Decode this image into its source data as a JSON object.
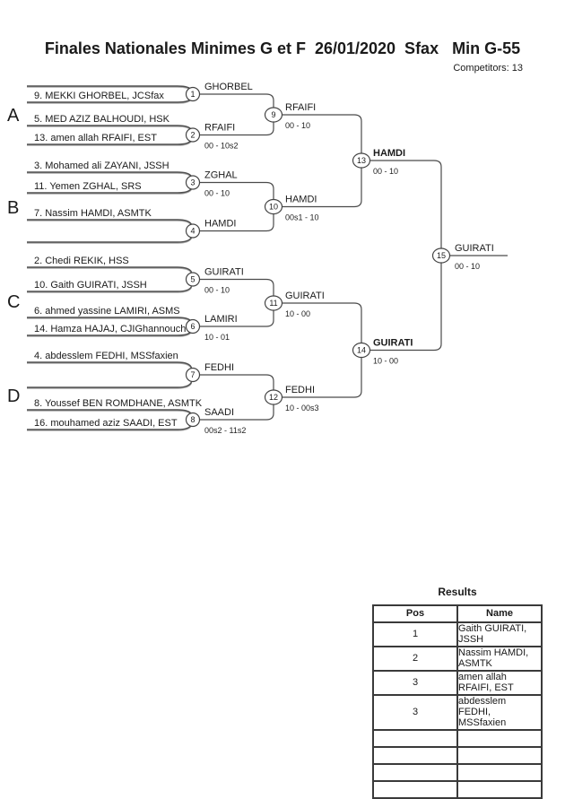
{
  "header": {
    "title": "Finales Nationales Minimes G et F  26/01/2020  Sfax   Min G-55",
    "competitors": "Competitors: 13"
  },
  "groups": [
    {
      "label": "A"
    },
    {
      "label": "B"
    },
    {
      "label": "C"
    },
    {
      "label": "D"
    }
  ],
  "players": [
    {
      "name": "9. MEKKI GHORBEL, JCSfax"
    },
    {
      "name": "5. MED AZIZ BALHOUDI, HSK"
    },
    {
      "name": "13. amen allah RFAIFI, EST"
    },
    {
      "name": "3. Mohamed ali ZAYANI, JSSH"
    },
    {
      "name": "11. Yemen ZGHAL, SRS"
    },
    {
      "name": "7. Nassim HAMDI, ASMTK"
    },
    {
      "name": "2. Chedi REKIK, HSS"
    },
    {
      "name": "10. Gaith GUIRATI, JSSH"
    },
    {
      "name": "6. ahmed yassine LAMIRI, ASMS"
    },
    {
      "name": "14. Hamza HAJAJ, CJIGhannouch"
    },
    {
      "name": "4. abdesslem FEDHI, MSSfaxien"
    },
    {
      "name": "8. Youssef BEN ROMDHANE, ASMTK"
    },
    {
      "name": "16. mouhamed aziz SAADI, EST"
    }
  ],
  "matches": [
    {
      "num": "1",
      "winner": "GHORBEL",
      "score": ""
    },
    {
      "num": "2",
      "winner": "RFAIFI",
      "score": "00 - 10s2"
    },
    {
      "num": "3",
      "winner": "ZGHAL",
      "score": "00 - 10"
    },
    {
      "num": "4",
      "winner": "HAMDI",
      "score": ""
    },
    {
      "num": "5",
      "winner": "GUIRATI",
      "score": "00 - 10"
    },
    {
      "num": "6",
      "winner": "LAMIRI",
      "score": "10 - 01"
    },
    {
      "num": "7",
      "winner": "FEDHI",
      "score": ""
    },
    {
      "num": "8",
      "winner": "SAADI",
      "score": "00s2 - 11s2"
    },
    {
      "num": "9",
      "winner": "RFAIFI",
      "score": "00 - 10"
    },
    {
      "num": "10",
      "winner": "HAMDI",
      "score": "00s1 - 10"
    },
    {
      "num": "11",
      "winner": "GUIRATI",
      "score": "10 - 00"
    },
    {
      "num": "12",
      "winner": "FEDHI",
      "score": "10 - 00s3"
    },
    {
      "num": "13",
      "winner": "HAMDI",
      "score": "00 - 10"
    },
    {
      "num": "14",
      "winner": "GUIRATI",
      "score": "10 - 00"
    },
    {
      "num": "15",
      "winner": "GUIRATI",
      "score": "00 - 10"
    }
  ],
  "results": {
    "title": "Results",
    "col_pos": "Pos",
    "col_name": "Name",
    "rows": [
      {
        "pos": "1",
        "name": "Gaith GUIRATI, JSSH"
      },
      {
        "pos": "2",
        "name": "Nassim HAMDI, ASMTK"
      },
      {
        "pos": "3",
        "name": "amen allah RFAIFI, EST"
      },
      {
        "pos": "3",
        "name": "abdesslem FEDHI, MSSfaxien"
      },
      {
        "pos": "",
        "name": ""
      },
      {
        "pos": "",
        "name": ""
      },
      {
        "pos": "",
        "name": ""
      },
      {
        "pos": "",
        "name": ""
      }
    ]
  }
}
